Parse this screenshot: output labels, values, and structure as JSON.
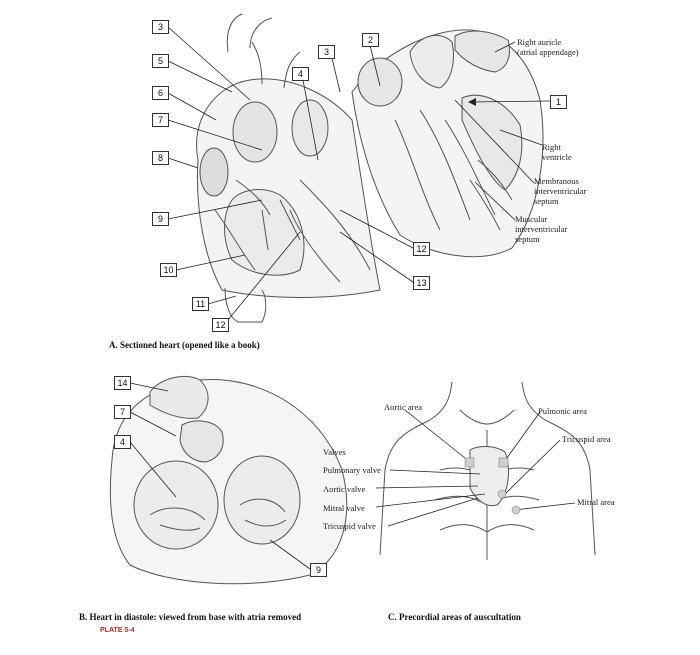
{
  "panel_a": {
    "caption": "A. Sectioned heart (opened like a book)",
    "numbers": [
      "3",
      "5",
      "6",
      "7",
      "8",
      "9",
      "10",
      "11",
      "12",
      "4",
      "3",
      "2",
      "1",
      "12",
      "13"
    ],
    "labels": {
      "right_auricle": "Right auricle\n(atrial appendage)",
      "right_ventricle": "Right\nventricle",
      "membranous_septum": "Membranous\ninterventricular\nseptum",
      "muscular_septum": "Muscular\ninterventricular\nseptum"
    }
  },
  "panel_b": {
    "caption": "B. Heart in diastole: viewed from base with atria removed",
    "numbers": [
      "14",
      "7",
      "4",
      "9"
    ],
    "plate": "PLATE 5-4"
  },
  "panel_c": {
    "caption": "C. Precordial areas of auscultation",
    "labels": {
      "aortic_area": "Aortic area",
      "pulmonic_area": "Pulmonic area",
      "tricuspid_area": "Tricuspid area",
      "mitral_area": "Mitral area",
      "valves_heading": "Valves",
      "pulmonary_valve": "Pulmonary valve",
      "aortic_valve": "Aortic valve",
      "mitral_valve": "Mitral valve",
      "tricuspid_valve": "Tricuspid valve"
    }
  }
}
